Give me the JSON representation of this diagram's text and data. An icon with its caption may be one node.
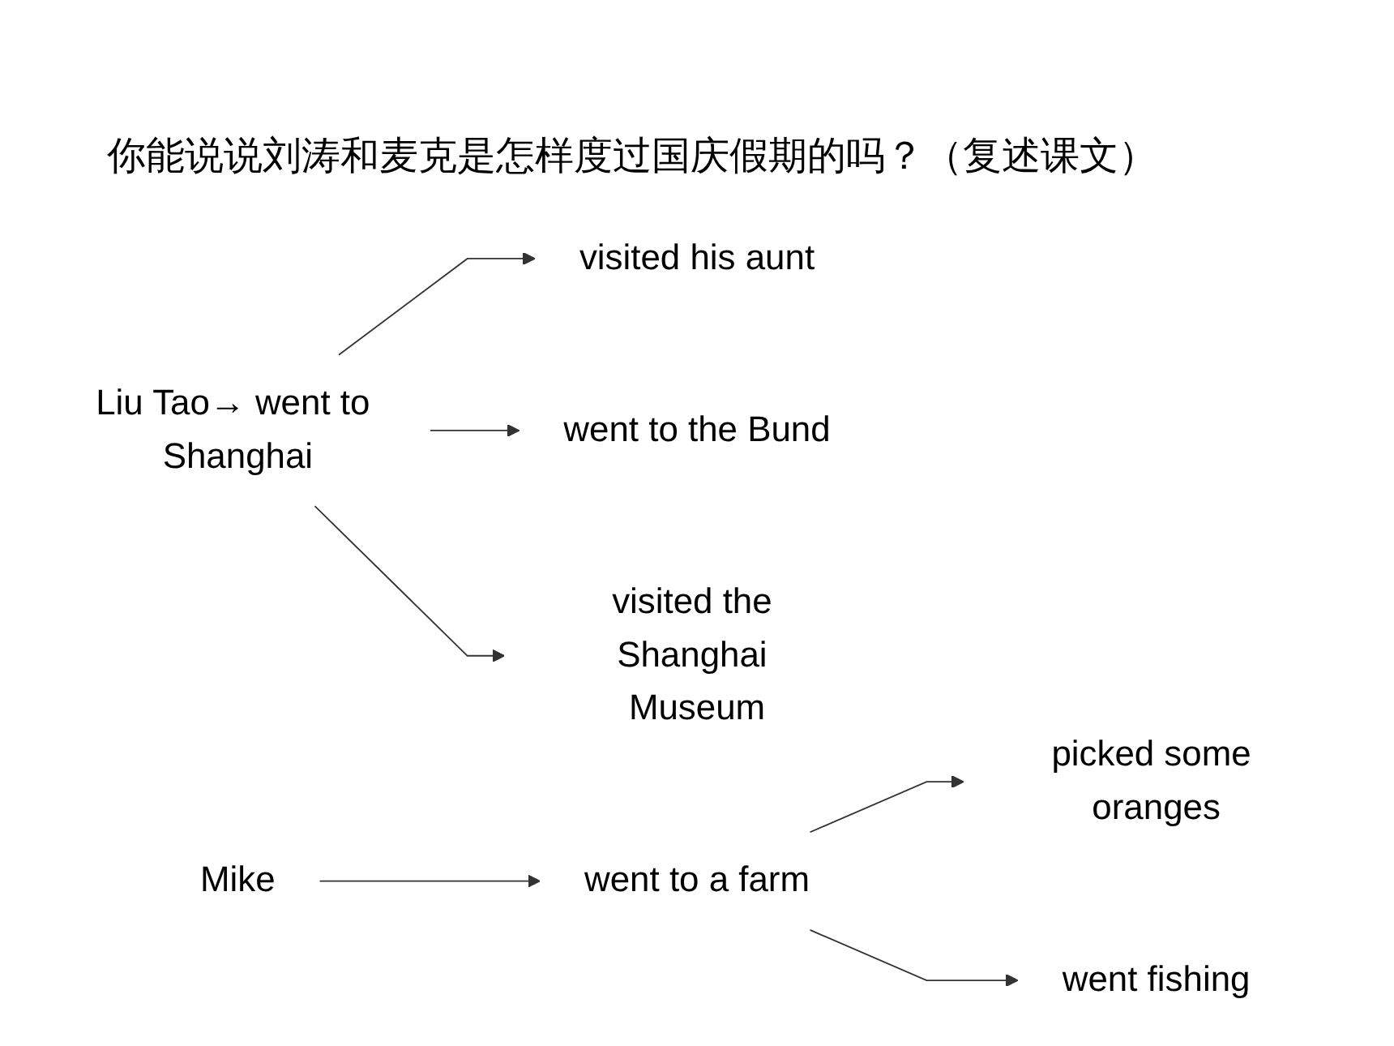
{
  "diagram": {
    "title": "你能说说刘涛和麦克是怎样度过国庆假期的吗？（复述课文）",
    "nodes": [
      {
        "text": [
          "Liu Tao→ went to Shanghai"
        ]
      },
      {
        "text": [
          "visited his aunt"
        ]
      },
      {
        "text": [
          "went to the Bund"
        ]
      },
      {
        "text": [
          "visited the Shanghai Museum"
        ]
      },
      {
        "text": [
          "Mike"
        ]
      },
      {
        "text": [
          "went to a farm"
        ]
      },
      {
        "text": [
          "picked some oranges"
        ]
      },
      {
        "text": [
          "went fishing"
        ]
      }
    ],
    "edges": [
      {
        "from": 0,
        "to": 1,
        "arrow": "to"
      },
      {
        "from": 0,
        "to": 2,
        "arrow": "to"
      },
      {
        "from": 0,
        "to": 3,
        "arrow": "to"
      },
      {
        "from": 4,
        "to": 5,
        "arrow": "to"
      },
      {
        "from": 5,
        "to": 6,
        "arrow": "to"
      },
      {
        "from": 5,
        "to": 7,
        "arrow": "to"
      }
    ]
  }
}
